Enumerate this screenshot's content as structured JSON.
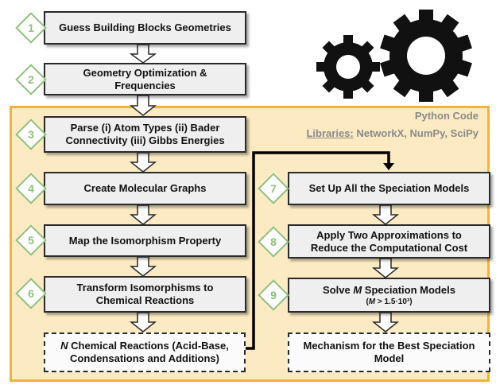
{
  "colors": {
    "panel_fill": "#fcebc2",
    "panel_border": "#f0b43a",
    "step_number": "#8ec07c",
    "label_gray": "#8a8a8a",
    "box_fill": "#efefef"
  },
  "icons": [
    "gears-icon"
  ],
  "panel": {
    "title": "Python Code",
    "libraries_key": "Libraries:",
    "libraries_value": " NetworkX, NumPy, SciPy"
  },
  "steps": {
    "s1": {
      "number": "1",
      "text": "Guess Building Blocks Geometries"
    },
    "s2": {
      "number": "2",
      "line1": "Geometry Optimization &",
      "line2": "Frequencies"
    },
    "s3": {
      "number": "3",
      "line1": "Parse (i) Atom Types (ii) Bader",
      "line2": "Connectivity (iii) Gibbs Energies"
    },
    "s4": {
      "number": "4",
      "text": "Create Molecular Graphs"
    },
    "s5": {
      "number": "5",
      "text": "Map the Isomorphism Property"
    },
    "s6": {
      "number": "6",
      "line1": "Transform Isomorphisms to",
      "line2": "Chemical Reactions"
    },
    "s7": {
      "number": "7",
      "text": "Set Up All the Speciation Models"
    },
    "s8": {
      "number": "8",
      "line1": "Apply Two Approximations to",
      "line2": "Reduce the Computational Cost"
    },
    "s9": {
      "number": "9",
      "line1": "Solve M Speciation Models",
      "line2": "(M > 1.5·10³)"
    }
  },
  "outputs": {
    "reactions": {
      "line1_italic": "N",
      "line1_rest": " Chemical Reactions (Acid-Base,",
      "line2": "Condensations and Additions)"
    },
    "mechanism": {
      "line1": "Mechanism for the Best Speciation",
      "line2": "Model"
    }
  }
}
